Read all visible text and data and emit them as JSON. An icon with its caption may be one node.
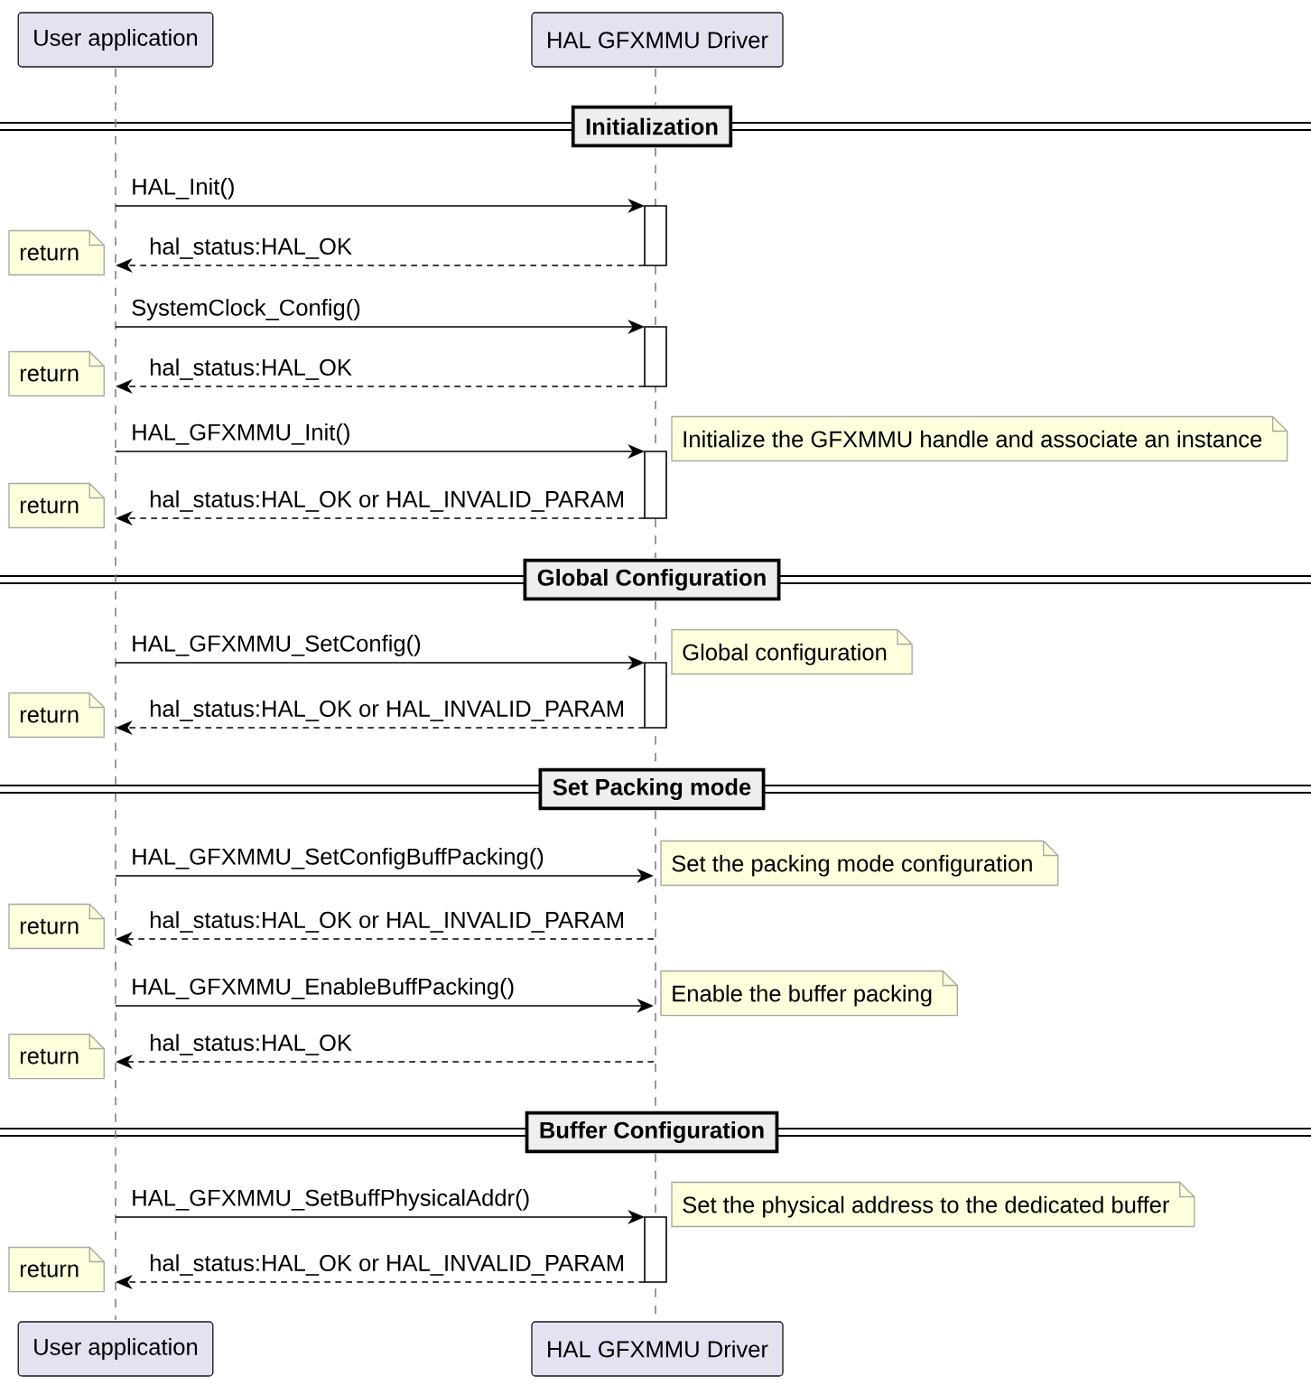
{
  "diagram": {
    "nodes": [
      {
        "text": [
          "User application"
        ]
      },
      {
        "text": [
          "HAL GFXMMU Driver"
        ]
      },
      {
        "text": [],
        "shape": "line"
      },
      {
        "text": [],
        "shape": "line"
      },
      {
        "text": [
          "Initialization"
        ]
      },
      {
        "text": [
          "return"
        ]
      },
      {
        "text": [
          "return"
        ]
      },
      {
        "text": [
          "Initialize the GFXMMU handle and associate an instance"
        ]
      },
      {
        "text": [
          "return"
        ]
      },
      {
        "text": [
          "Global Configuration"
        ]
      },
      {
        "text": [
          "Global configuration"
        ]
      },
      {
        "text": [
          "return"
        ]
      },
      {
        "text": [
          "Set Packing mode"
        ]
      },
      {
        "text": [
          "Set the packing mode configuration"
        ]
      },
      {
        "text": [
          "return"
        ]
      },
      {
        "text": [
          "Enable the buffer packing"
        ]
      },
      {
        "text": [
          "return"
        ]
      },
      {
        "text": [
          "Buffer Configuration"
        ]
      },
      {
        "text": [
          "Set the physical address to the dedicated buffer"
        ]
      },
      {
        "text": [
          "return"
        ]
      },
      {
        "text": [
          "User application"
        ]
      },
      {
        "text": [
          "HAL GFXMMU Driver"
        ]
      }
    ],
    "edges": [
      {
        "from": 2,
        "to": 3,
        "arrow": "to",
        "label": "HAL_Init()"
      },
      {
        "from": 3,
        "to": 2,
        "arrow": "to",
        "style": "dashed",
        "label": "hal_status:HAL_OK"
      },
      {
        "from": 2,
        "to": 3,
        "arrow": "to",
        "label": "SystemClock_Config()"
      },
      {
        "from": 3,
        "to": 2,
        "arrow": "to",
        "style": "dashed",
        "label": "hal_status:HAL_OK"
      },
      {
        "from": 2,
        "to": 3,
        "arrow": "to",
        "label": "HAL_GFXMMU_Init()"
      },
      {
        "from": 3,
        "to": 2,
        "arrow": "to",
        "style": "dashed",
        "label": "hal_status:HAL_OK or HAL_INVALID_PARAM"
      },
      {
        "from": 2,
        "to": 3,
        "arrow": "to",
        "label": "HAL_GFXMMU_SetConfig()"
      },
      {
        "from": 3,
        "to": 2,
        "arrow": "to",
        "style": "dashed",
        "label": "hal_status:HAL_OK or HAL_INVALID_PARAM"
      },
      {
        "from": 2,
        "to": 3,
        "arrow": "to",
        "label": "HAL_GFXMMU_SetConfigBuffPacking()"
      },
      {
        "from": 3,
        "to": 2,
        "arrow": "to",
        "style": "dashed",
        "label": "hal_status:HAL_OK or HAL_INVALID_PARAM"
      },
      {
        "from": 2,
        "to": 3,
        "arrow": "to",
        "label": "HAL_GFXMMU_EnableBuffPacking()"
      },
      {
        "from": 3,
        "to": 2,
        "arrow": "to",
        "style": "dashed",
        "label": "hal_status:HAL_OK"
      },
      {
        "from": 2,
        "to": 3,
        "arrow": "to",
        "label": "HAL_GFXMMU_SetBuffPhysicalAddr()"
      },
      {
        "from": 3,
        "to": 2,
        "arrow": "to",
        "style": "dashed",
        "label": "hal_status:HAL_OK or HAL_INVALID_PARAM"
      }
    ]
  }
}
